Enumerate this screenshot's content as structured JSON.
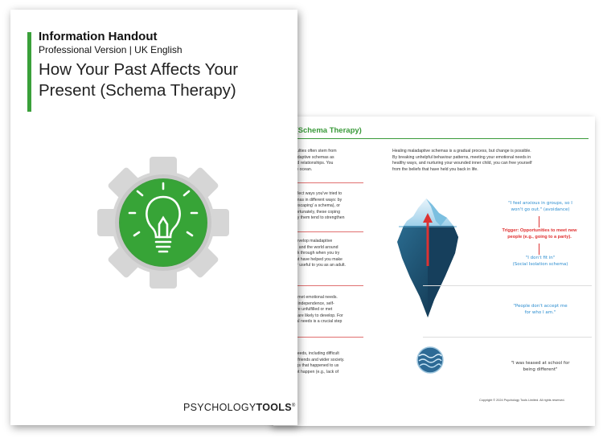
{
  "front": {
    "heading": "Information Handout",
    "subheading": "Professional Version | UK English",
    "title_line1": "How Your Past Affects Your",
    "title_line2": "Present (Schema Therapy)",
    "logo_part1": "PSYCHOLOGY",
    "logo_part2": "TOOLS",
    "logo_mark": "®",
    "icon": "lightbulb-gear-icon",
    "accent_color": "#3aa03a"
  },
  "back": {
    "header": "esent (Schema Therapy)",
    "left_paragraphs": [
      [
        "ersonal difficulties often stem from",
        "ce their maladaptive schemas as",
        ", feelings, and relationships. You",
        "iceberg in the ocean."
      ],
      [
        "r life likely reflect ways you've tried to",
        "th their schemas in different ways: by",
        "iding them ('escaping' a schema), or",
        "chema). Unfortunately, these coping",
        "at accompany them tend to strengthen"
      ],
      [
        "ge, people develop maladaptive",
        "other people, and the world around",
        "sses' you look through when you try",
        "chemas might have helped you make",
        "not be true or useful to you as an adult."
      ],
      [
        "arise from unmet emotional needs.",
        "y, belonging, independence, self-",
        "se needs were unfulfilled or met",
        "ive schemas are likely to develop. For",
        "met emotional needs is a crucial step"
      ],
      [
        "t emotional needs, including difficult",
        "ractions with friends and wider society.",
        "both the things that happened to us",
        "gs that did not happen (e.g., lack of"
      ]
    ],
    "right_paragraph": [
      "Healing maladaptive schemas is a gradual process, but change is possible.",
      "By breaking unhelpful behaviour patterns, meeting your emotional needs in",
      "healthy ways, and nurturing your wounded inner child, you can free yourself",
      "from the beliefs that have held you back in life."
    ],
    "quote1": [
      "\"I feel anxious in groups, so I",
      "won't go out.\" (avoidance)"
    ],
    "trigger": [
      "Trigger: Opportunities to meet new",
      "people (e.g., going to a party)."
    ],
    "quote2": [
      "\"I don't fit in\"",
      "(Social Isolation schema)"
    ],
    "quote3": [
      "\"People don't accept me",
      "for who I am.\""
    ],
    "quote4": [
      "\"I was teased at school for",
      "being different\""
    ],
    "copyright": "Copyright © 2024 Psychology Tools Limited. All rights reserved.",
    "iceberg_icon": "iceberg-icon",
    "ocean_icon": "ocean-waves-icon",
    "header_color": "#3a9a3a",
    "quote_color": "#2a8ccf",
    "trigger_color": "#e03030"
  }
}
